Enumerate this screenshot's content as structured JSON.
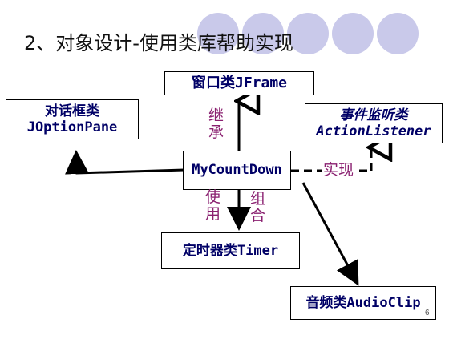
{
  "slide": {
    "title": "2、对象设计-使用类库帮助实现",
    "page_number": "6"
  },
  "nodes": {
    "jframe": "窗口类JFrame",
    "joptionpane_line1": "对话框类",
    "joptionpane_line2": "JOptionPane",
    "actionlistener_line1": "事件监听类",
    "actionlistener_line2": "ActionListener",
    "mycountdown": "MyCountDown",
    "timer": "定时器类Timer",
    "audioclip": "音频类AudioClip"
  },
  "edges": {
    "inherit_1": "继",
    "inherit_2": "承",
    "implement": "实现",
    "use_1": "使",
    "use_2": "用",
    "compose_1": "组",
    "compose_2": "合"
  },
  "colors": {
    "node_text": "#000066",
    "edge_label": "#8a2070",
    "decor_circle": "#c9c9ea"
  }
}
